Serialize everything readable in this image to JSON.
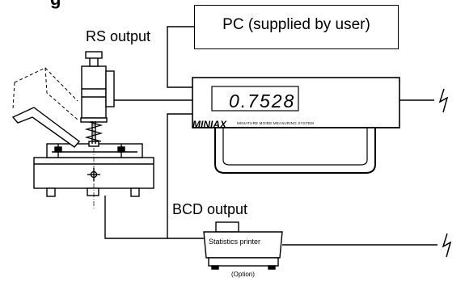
{
  "heading_partial": "g",
  "rs_label": "RS output",
  "pc_label": "PC (supplied by user)",
  "bcd_label": "BCD output",
  "display": {
    "value": "0.7528",
    "logo": "MINIAX",
    "subtitle": "MINIATURE MOIRE MEASURING SYSTEM"
  },
  "printer": {
    "label": "Statistics printer",
    "option": "(Option)"
  },
  "icons": {
    "power_plug": "lightning-plug-icon",
    "probe": "measuring-stand-icon"
  }
}
